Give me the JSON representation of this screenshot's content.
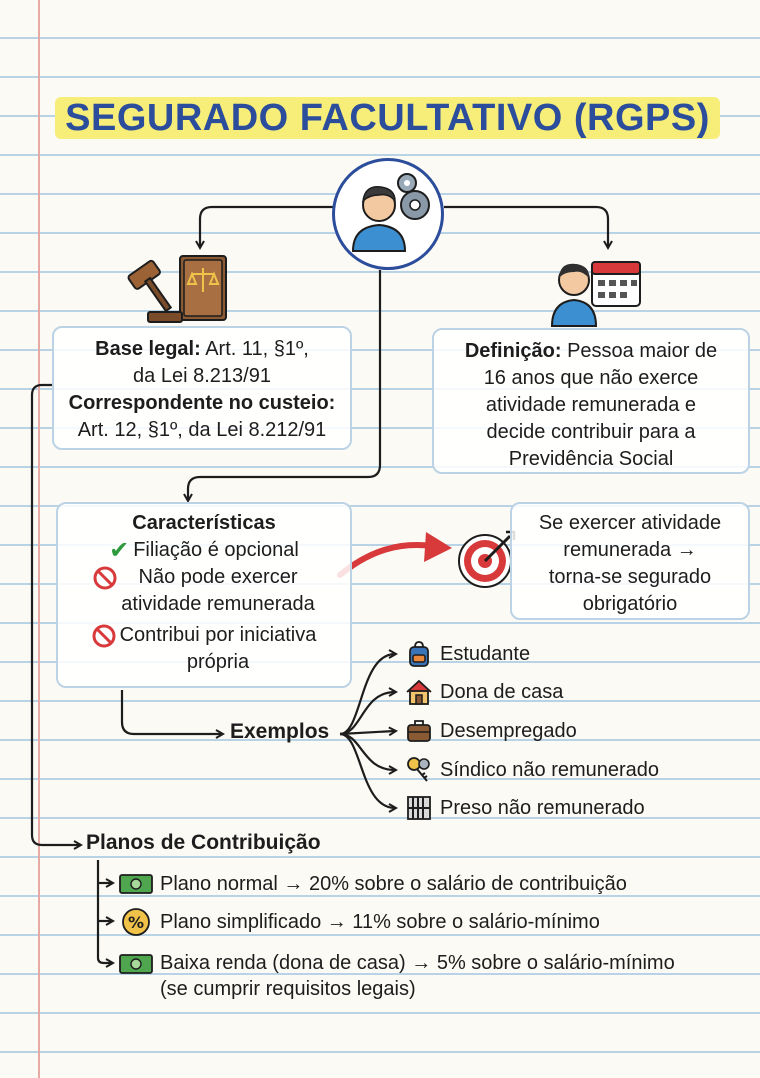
{
  "title": "SEGURADO FACULTATIVO (RGPS)",
  "base_legal": {
    "label1": "Base legal:",
    "text1a": " Art. 11, §1º,",
    "text1b": "da Lei 8.213/91",
    "label2": "Correspondente no custeio:",
    "text2": "Art. 12, §1º, da Lei 8.212/91"
  },
  "definicao": {
    "label": "Definição:",
    "text_a": " Pessoa maior de",
    "text_b": "16 anos que não exerce",
    "text_c": "atividade remunerada e",
    "text_d": "decide contribuir para a",
    "text_e": "Previdência Social"
  },
  "caracteristicas": {
    "title": "Características",
    "items": [
      {
        "text": "Filiação é opcional",
        "icon": "check-icon"
      },
      {
        "text_a": "Não pode exercer",
        "text_b": "atividade remunerada",
        "icon": "prohibited-icon"
      },
      {
        "text_a": "Contribui por iniciativa",
        "text_b": "própria",
        "icon": "prohibited-icon"
      }
    ]
  },
  "obrigatorio": {
    "line1": "Se exercer atividade",
    "line2": "remunerada →",
    "line3": "torna-se segurado",
    "line4": "obrigatório"
  },
  "exemplos": {
    "label": "Exemplos",
    "items": [
      {
        "text": "Estudante",
        "icon": "backpack-icon"
      },
      {
        "text": "Dona de casa",
        "icon": "house-icon"
      },
      {
        "text": "Desempregado",
        "icon": "briefcase-icon"
      },
      {
        "text": "Síndico não remunerado",
        "icon": "keys-icon"
      },
      {
        "text": "Preso não remunerado",
        "icon": "jail-bars-icon"
      }
    ]
  },
  "planos": {
    "label": "Planos de Contribuição",
    "items": [
      {
        "text": "Plano normal → 20% sobre o salário de contribuição",
        "icon": "money-icon"
      },
      {
        "text": "Plano simplificado → 11% sobre o salário-mínimo",
        "icon": "percent-coin-icon"
      },
      {
        "text_a": "Baixa renda (dona de casa) → 5% sobre o salário-mínimo",
        "text_b": "(se cumprir requisitos legais)",
        "icon": "money-icon"
      }
    ]
  },
  "colors": {
    "title": "#2b4d9c",
    "highlight": "#f7ee7a",
    "box_border": "#bcd3e5",
    "red_arrow": "#d8393a",
    "check": "#2e9a3e"
  }
}
